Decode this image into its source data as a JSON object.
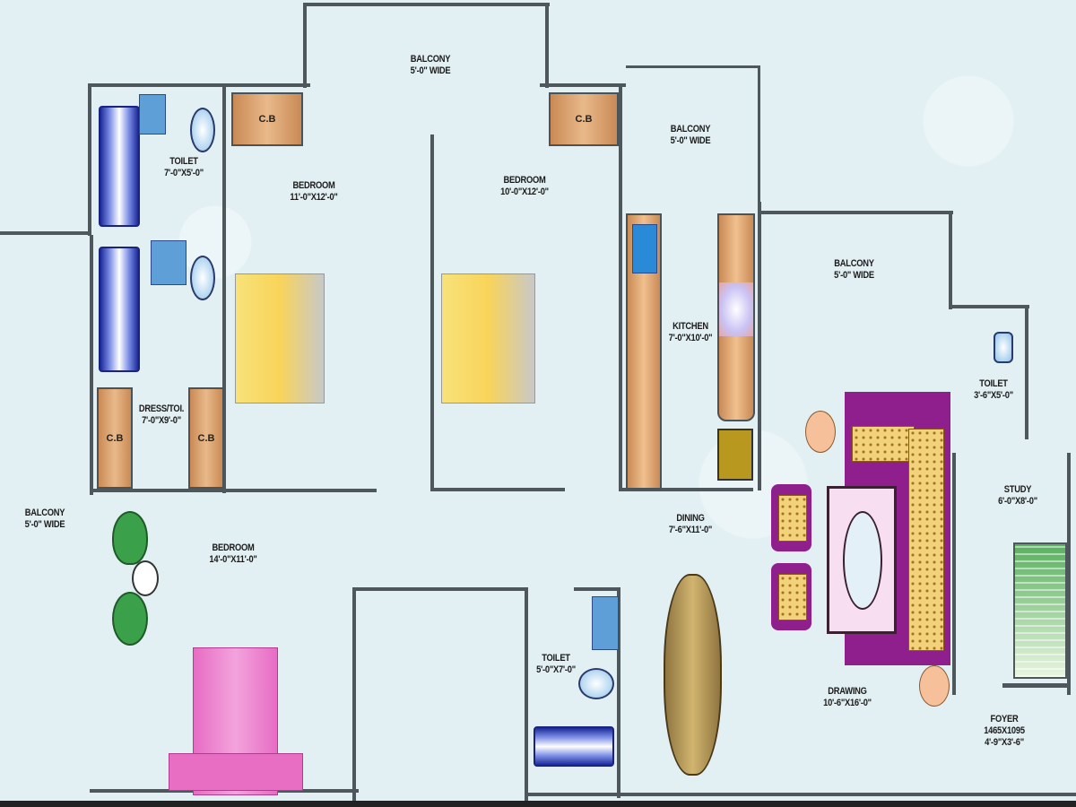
{
  "plan": {
    "rooms": [
      {
        "name": "BALCONY",
        "size": "5'-0\" WIDE",
        "id": "balcony-top"
      },
      {
        "name": "TOILET",
        "size": "7'-0\"X5'-0\"",
        "id": "toilet-top-left"
      },
      {
        "name": "BEDROOM",
        "size": "11'-0\"X12'-0\"",
        "id": "bedroom-1"
      },
      {
        "name": "BEDROOM",
        "size": "10'-0\"X12'-0\"",
        "id": "bedroom-2"
      },
      {
        "name": "BALCONY",
        "size": "5'-0\" WIDE",
        "id": "balcony-kitchen"
      },
      {
        "name": "KITCHEN",
        "size": "7'-0\"X10'-0\"",
        "id": "kitchen"
      },
      {
        "name": "BALCONY",
        "size": "5'-0\" WIDE",
        "id": "balcony-right"
      },
      {
        "name": "TOILET",
        "size": "3'-6\"X5'-0\"",
        "id": "toilet-right"
      },
      {
        "name": "DRESS/TOI.",
        "size": "7'-0\"X9'-0\"",
        "id": "dress-toilet"
      },
      {
        "name": "BALCONY",
        "size": "5'-0\" WIDE",
        "id": "balcony-left"
      },
      {
        "name": "BEDROOM",
        "size": "14'-0\"X11'-0\"",
        "id": "bedroom-master"
      },
      {
        "name": "DINING",
        "size": "7'-6\"X11'-0\"",
        "id": "dining"
      },
      {
        "name": "STUDY",
        "size": "6'-0\"X8'-0\"",
        "id": "study"
      },
      {
        "name": "TOILET",
        "size": "5'-0\"X7'-0\"",
        "id": "toilet-bottom"
      },
      {
        "name": "DRAWING",
        "size": "10'-6\"X16'-0\"",
        "id": "drawing"
      },
      {
        "name": "FOYER",
        "size": "1465X1095",
        "size2": "4'-9\"X3'-6\"",
        "id": "foyer"
      }
    ],
    "cupboard_label": "C.B"
  }
}
